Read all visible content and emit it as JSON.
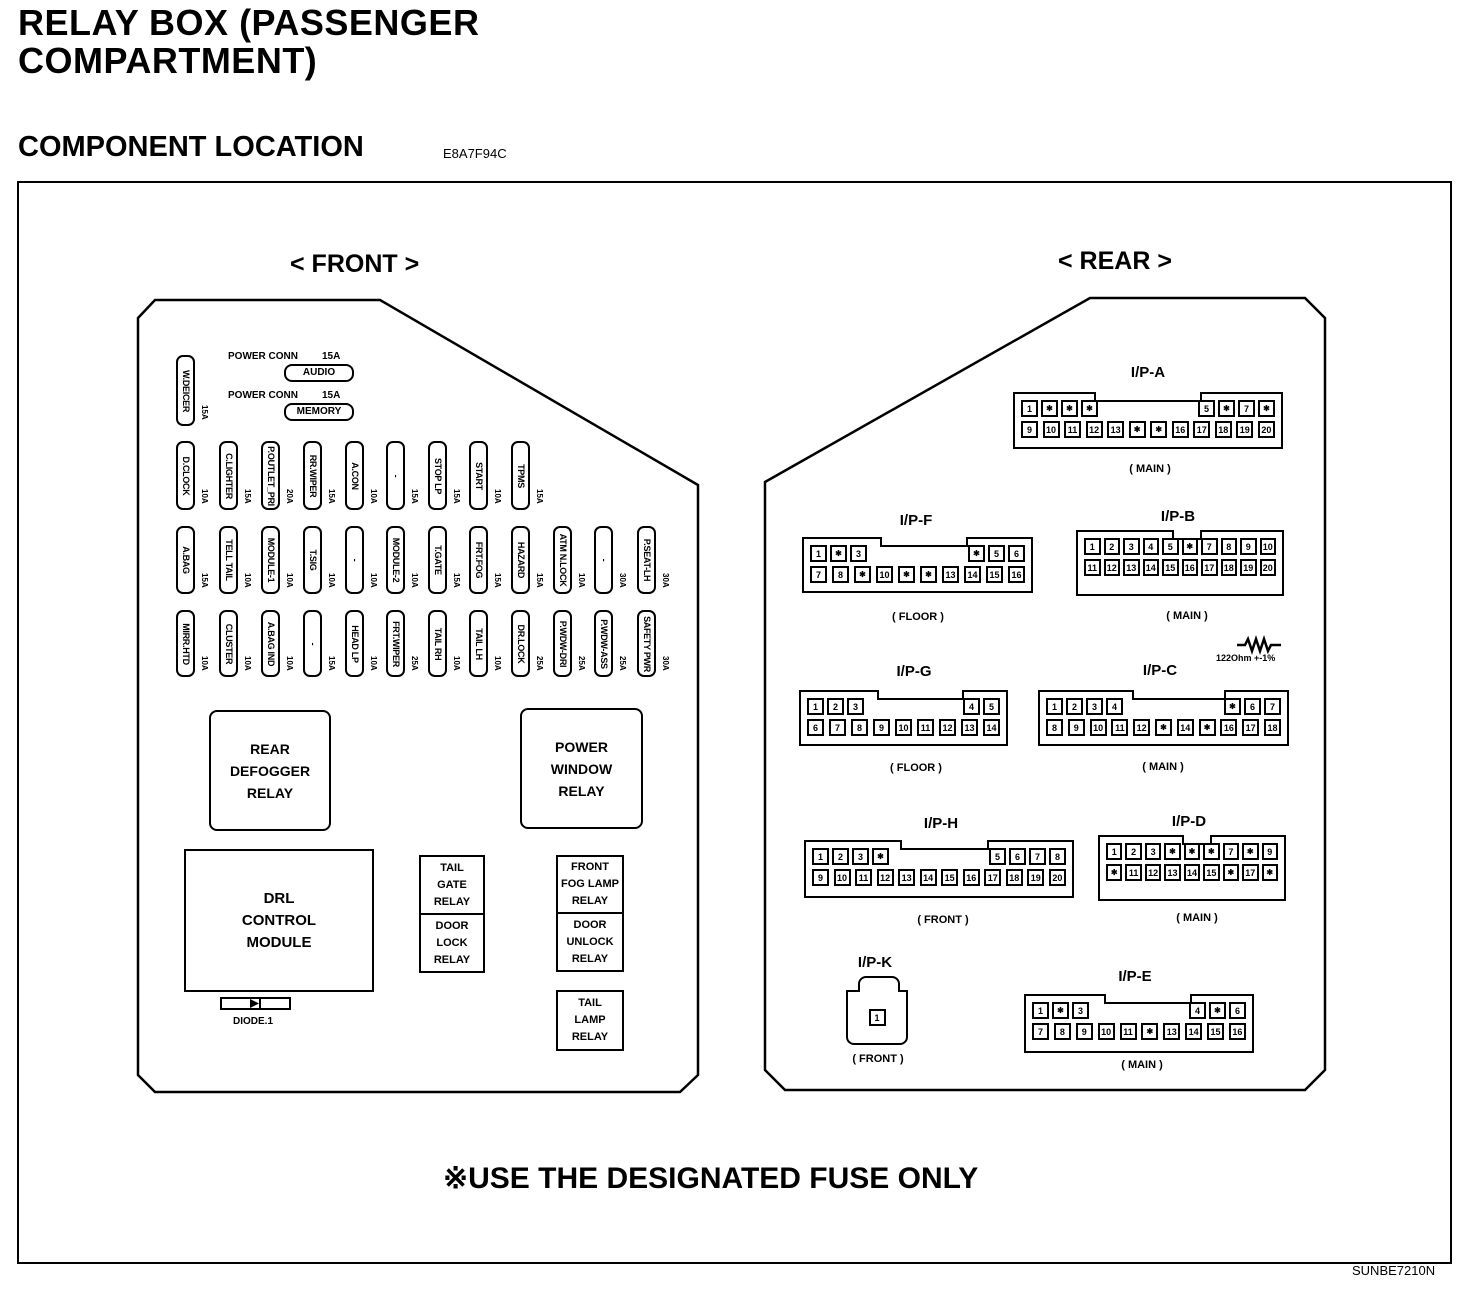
{
  "title_line1": "RELAY BOX (PASSENGER",
  "title_line2": "COMPARTMENT)",
  "subtitle": "COMPONENT LOCATION",
  "code": "E8A7F94C",
  "front_label": "< FRONT >",
  "rear_label": "< REAR >",
  "note": "※USE THE DESIGNATED FUSE ONLY",
  "figure_id": "SUNBE7210N",
  "power_conn": [
    {
      "label": "POWER CONN",
      "amp": "15A",
      "name": "AUDIO"
    },
    {
      "label": "POWER CONN",
      "amp": "15A",
      "name": "MEMORY"
    }
  ],
  "fuse_rows": [
    [
      {
        "name": "W.DEICER",
        "amp": "15A"
      }
    ],
    [
      {
        "name": "D.CLOCK",
        "amp": "10A"
      },
      {
        "name": "C.LIGHTER",
        "amp": "15A"
      },
      {
        "name": "P.OUTLET_PRI",
        "amp": "20A"
      },
      {
        "name": "RR.WIPER",
        "amp": "15A"
      },
      {
        "name": "A.CON",
        "amp": "10A"
      },
      {
        "name": "-",
        "amp": "15A"
      },
      {
        "name": "STOP LP",
        "amp": "15A"
      },
      {
        "name": "START",
        "amp": "10A"
      },
      {
        "name": "TPMS",
        "amp": "15A"
      }
    ],
    [
      {
        "name": "A.BAG",
        "amp": "15A"
      },
      {
        "name": "TELL TAIL",
        "amp": "10A"
      },
      {
        "name": "MODULE-1",
        "amp": "10A"
      },
      {
        "name": "T.SIG",
        "amp": "10A"
      },
      {
        "name": "-",
        "amp": "10A"
      },
      {
        "name": "MODULE-2",
        "amp": "10A"
      },
      {
        "name": "T.GATE",
        "amp": "15A"
      },
      {
        "name": "FRT.FOG",
        "amp": "15A"
      },
      {
        "name": "HAZARD",
        "amp": "15A"
      },
      {
        "name": "ATM N.LOCK",
        "amp": "10A"
      },
      {
        "name": "-",
        "amp": "30A"
      },
      {
        "name": "P.SEAT-LH",
        "amp": "30A"
      }
    ],
    [
      {
        "name": "MIRR.HTD",
        "amp": "10A"
      },
      {
        "name": "CLUSTER",
        "amp": "10A"
      },
      {
        "name": "A.BAG IND",
        "amp": "10A"
      },
      {
        "name": "-",
        "amp": "15A"
      },
      {
        "name": "HEAD LP",
        "amp": "10A"
      },
      {
        "name": "FRT.WIPER",
        "amp": "25A"
      },
      {
        "name": "TAIL RH",
        "amp": "10A"
      },
      {
        "name": "TAIL LH",
        "amp": "10A"
      },
      {
        "name": "DR.LOCK",
        "amp": "25A"
      },
      {
        "name": "P.WDW-DRI",
        "amp": "25A"
      },
      {
        "name": "P.WDW-ASS",
        "amp": "25A"
      },
      {
        "name": "SAFETY PWR",
        "amp": "30A"
      }
    ]
  ],
  "relays": {
    "rear_defogger": "REAR\nDEFOGGER\nRELAY",
    "power_window": "POWER\nWINDOW\nRELAY",
    "drl": "DRL\nCONTROL\nMODULE",
    "tail_gate": "TAIL\nGATE\nRELAY",
    "door_lock": "DOOR\nLOCK\nRELAY",
    "front_foglamp": "FRONT\nFOG LAMP\nRELAY",
    "door_unlock": "DOOR\nUNLOCK\nRELAY",
    "tail_lamp": "TAIL\nLAMP\nRELAY",
    "diode": "DIODE.1"
  },
  "resistor_label": "122Ohm +-1%",
  "connectors": [
    {
      "id": "a",
      "title": "I/P-A",
      "sub": "( MAIN )",
      "top_left": [
        "1",
        "*",
        "*",
        "*"
      ],
      "top_right": [
        "5",
        "*",
        "7",
        "*"
      ],
      "bottom": [
        "9",
        "10",
        "11",
        "12",
        "13",
        "*",
        "*",
        "16",
        "17",
        "18",
        "19",
        "20"
      ]
    },
    {
      "id": "f",
      "title": "I/P-F",
      "sub": "( FLOOR )",
      "top_left": [
        "1",
        "*",
        "3"
      ],
      "top_right": [
        "*",
        "5",
        "6"
      ],
      "bottom": [
        "7",
        "8",
        "*",
        "10",
        "*",
        "*",
        "13",
        "14",
        "15",
        "16"
      ]
    },
    {
      "id": "b",
      "title": "I/P-B",
      "sub": "( MAIN )",
      "top_left": [
        "1",
        "2",
        "3",
        "4",
        "5",
        "*",
        "7",
        "8",
        "9",
        "10"
      ],
      "top_right": [],
      "bottom": [
        "11",
        "12",
        "13",
        "14",
        "15",
        "16",
        "17",
        "18",
        "19",
        "20"
      ]
    },
    {
      "id": "g",
      "title": "I/P-G",
      "sub": "( FLOOR )",
      "top_left": [
        "1",
        "2",
        "3"
      ],
      "top_right": [
        "4",
        "5"
      ],
      "bottom": [
        "6",
        "7",
        "8",
        "9",
        "10",
        "11",
        "12",
        "13",
        "14"
      ]
    },
    {
      "id": "c",
      "title": "I/P-C",
      "sub": "( MAIN )",
      "top_left": [
        "1",
        "2",
        "3",
        "4"
      ],
      "top_right": [
        "*",
        "6",
        "7"
      ],
      "bottom": [
        "8",
        "9",
        "10",
        "11",
        "12",
        "*",
        "14",
        "*",
        "16",
        "17",
        "18"
      ]
    },
    {
      "id": "h",
      "title": "I/P-H",
      "sub": "( FRONT )",
      "top_left": [
        "1",
        "2",
        "3",
        "*"
      ],
      "top_right": [
        "5",
        "6",
        "7",
        "8"
      ],
      "bottom": [
        "9",
        "10",
        "11",
        "12",
        "13",
        "14",
        "15",
        "16",
        "17",
        "18",
        "19",
        "20"
      ]
    },
    {
      "id": "d",
      "title": "I/P-D",
      "sub": "( MAIN )",
      "top_left": [
        "1",
        "2",
        "3",
        "*",
        "*",
        "*",
        "7",
        "*",
        "9"
      ],
      "top_right": [],
      "bottom": [
        "*",
        "11",
        "12",
        "13",
        "14",
        "15",
        "*",
        "17",
        "*"
      ]
    },
    {
      "id": "e",
      "title": "I/P-E",
      "sub": "( MAIN )",
      "top_left": [
        "1",
        "*",
        "3"
      ],
      "top_right": [
        "4",
        "*",
        "6"
      ],
      "bottom": [
        "7",
        "8",
        "9",
        "10",
        "11",
        "*",
        "13",
        "14",
        "15",
        "16"
      ]
    },
    {
      "id": "k",
      "title": "I/P-K",
      "sub": "( FRONT )",
      "top_left": [
        "1"
      ],
      "top_right": [],
      "bottom": []
    }
  ]
}
